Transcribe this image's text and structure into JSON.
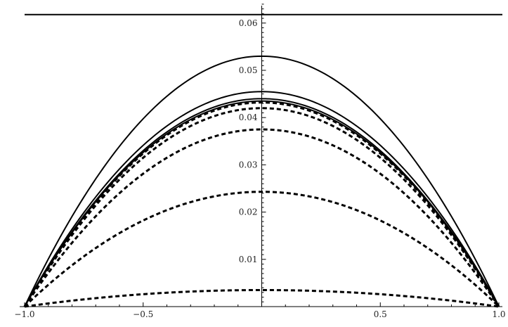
{
  "chart_data": {
    "type": "line",
    "title": "",
    "xlabel": "",
    "ylabel": "",
    "xlim": [
      -1.0,
      1.0
    ],
    "ylim": [
      0,
      0.065
    ],
    "grid": false,
    "legend": "none",
    "x_ticks": [
      -1.0,
      -0.5,
      0.5,
      1.0
    ],
    "x_tick_labels": [
      "-1.0",
      "-0.5",
      "0.5",
      "1.0"
    ],
    "y_ticks": [
      0.01,
      0.02,
      0.03,
      0.04,
      0.05,
      0.06
    ],
    "y_tick_labels": [
      "0.01",
      "0.02",
      "0.03",
      "0.04",
      "0.05",
      "0.06"
    ],
    "series_shape": "parabola y = peak * (1 - x^2)",
    "series": [
      {
        "style": "solid",
        "peak": 0.0618,
        "flat": true
      },
      {
        "style": "solid",
        "peak": 0.053
      },
      {
        "style": "solid",
        "peak": 0.0455
      },
      {
        "style": "solid",
        "peak": 0.044
      },
      {
        "style": "solid",
        "peak": 0.0435
      },
      {
        "style": "dashed",
        "peak": 0.0432
      },
      {
        "style": "dashed",
        "peak": 0.042
      },
      {
        "style": "dashed",
        "peak": 0.0375
      },
      {
        "style": "dashed",
        "peak": 0.0243
      },
      {
        "style": "dashed",
        "peak": 0.0035
      }
    ],
    "colors": {
      "line": "#000000",
      "axis": "#000000",
      "text": "#222222"
    }
  }
}
